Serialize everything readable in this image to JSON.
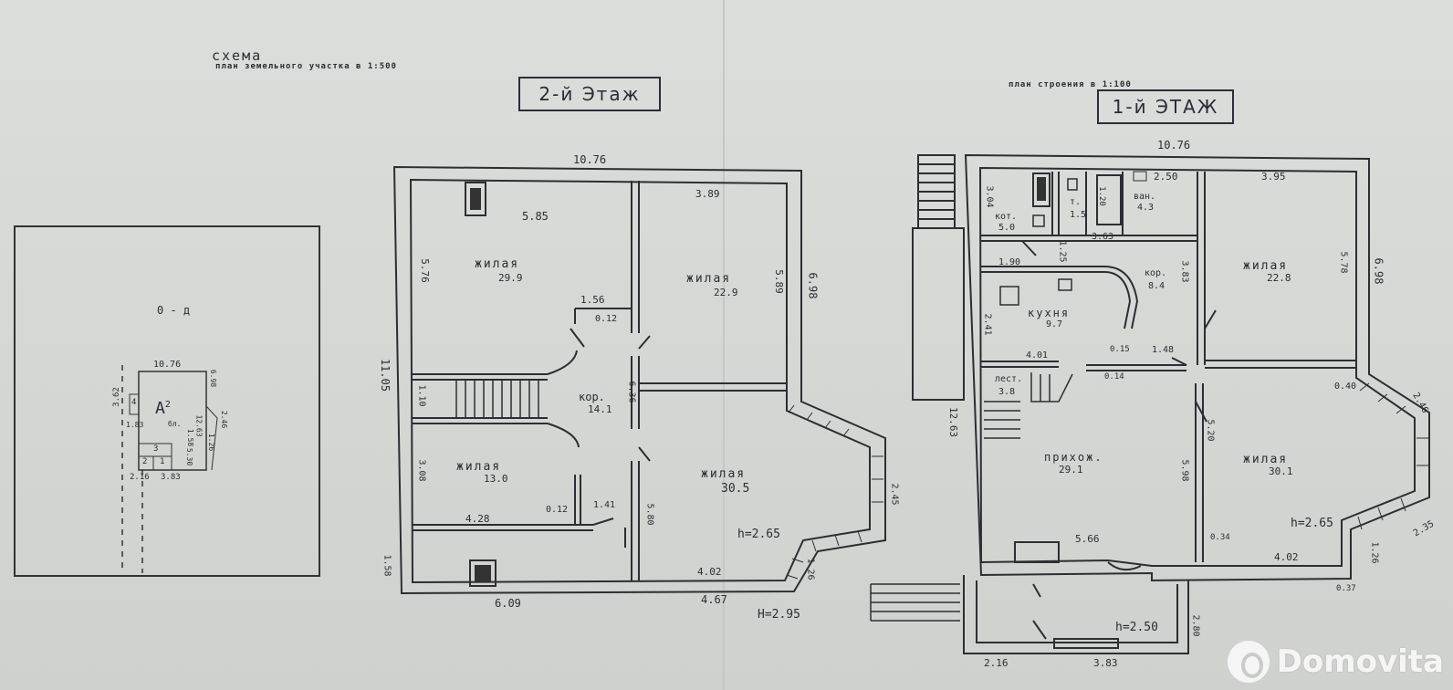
{
  "header": {
    "scheme_title": "схема",
    "scheme_subtitle": "план земельного участка в 1:500",
    "plan_subtitle": "план строения в 1:100"
  },
  "stamps": {
    "floor2": "2-й Этаж",
    "floor1": "1-й ЭТАЖ"
  },
  "site_plan": {
    "label": "0 - д",
    "top": "10.76",
    "left1": "3.62",
    "left2": "1.83",
    "right1": "6.98",
    "right2": "12.63",
    "right3": "2.46",
    "right4": "1.58",
    "right5": "1.26",
    "right6": "5.30",
    "bottom1": "2.16",
    "bottom2": "3.83",
    "letter": "А",
    "letter_sup": "2",
    "letter_sub": "бл.",
    "box1": "1",
    "box2": "2",
    "box3": "3",
    "box4": "4"
  },
  "floor2": {
    "top": "10.76",
    "left": "11.05",
    "right": "6.98",
    "bottom1": "6.09",
    "bottom2": "4.67",
    "height": "Н=2.95",
    "dims": [
      "5.85",
      "5.76",
      "3.89",
      "5.89",
      "1.56",
      "0.12",
      "1.10",
      "6.36",
      "3.08",
      "4.28",
      "0.12",
      "1.41",
      "5.80",
      "4.02",
      "1.26",
      "2.45",
      "1.58",
      "h=2.65"
    ],
    "rooms": [
      {
        "name": "жилая",
        "area": "29.9"
      },
      {
        "name": "жилая",
        "area": "22.9"
      },
      {
        "name": "кор.",
        "area": "14.1"
      },
      {
        "name": "жилая",
        "area": "13.0"
      },
      {
        "name": "жилая",
        "area": "30.5"
      }
    ]
  },
  "floor1": {
    "top": "10.76",
    "left": "12.63",
    "right": "6.98",
    "bottom1": "2.16",
    "bottom2": "3.83",
    "height": "h=2.50",
    "dims": [
      "3.04",
      "2.50",
      "3.95",
      "1.90",
      "1.25",
      "3.63",
      "3.83",
      "5.78",
      "2.41",
      "4.01",
      "0.15",
      "1.48",
      "0.14",
      "0.40",
      "2.46",
      "5.98",
      "5.20",
      "5.66",
      "4.02",
      "0.34",
      "h=2.65",
      "2.35",
      "1.26",
      "0.37",
      "2.80",
      "1.20"
    ],
    "rooms": [
      {
        "name": "кот.",
        "area": "5.0"
      },
      {
        "name": "т.",
        "area": "1.5"
      },
      {
        "name": "ван.",
        "area": "4.3"
      },
      {
        "name": "жилая",
        "area": "22.8"
      },
      {
        "name": "кор.",
        "area": "8.4"
      },
      {
        "name": "кухня",
        "area": "9.7"
      },
      {
        "name": "лест.",
        "area": "3.8"
      },
      {
        "name": "прихож.",
        "area": "29.1"
      },
      {
        "name": "жилая",
        "area": "30.1"
      }
    ]
  },
  "watermark": {
    "brand": "Domovita"
  }
}
